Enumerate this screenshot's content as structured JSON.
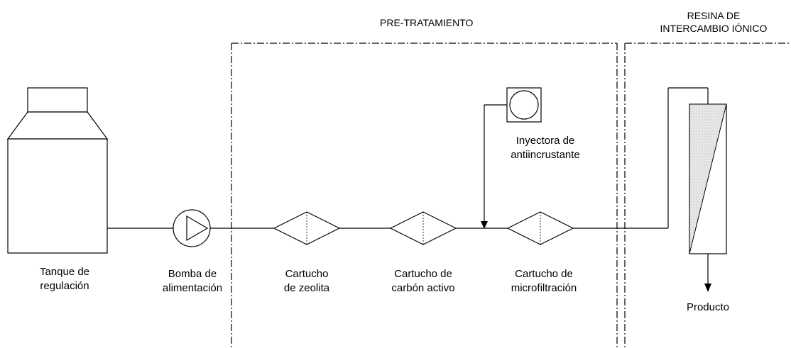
{
  "sections": {
    "pretreatment": "PRE-TRATAMIENTO",
    "resin": [
      "RESINA DE",
      "INTERCAMBIO IÓNICO"
    ]
  },
  "labels": {
    "tank": [
      "Tanque de",
      "regulación"
    ],
    "pump": [
      "Bomba de",
      "alimentación"
    ],
    "zeolite": [
      "Cartucho",
      "de zeolita"
    ],
    "carbon": [
      "Cartucho de",
      "carbón activo"
    ],
    "microfiltration": [
      "Cartucho de",
      "microfiltración"
    ],
    "injector": [
      "Inyectora de",
      "antiincrustante"
    ],
    "product": "Producto"
  }
}
